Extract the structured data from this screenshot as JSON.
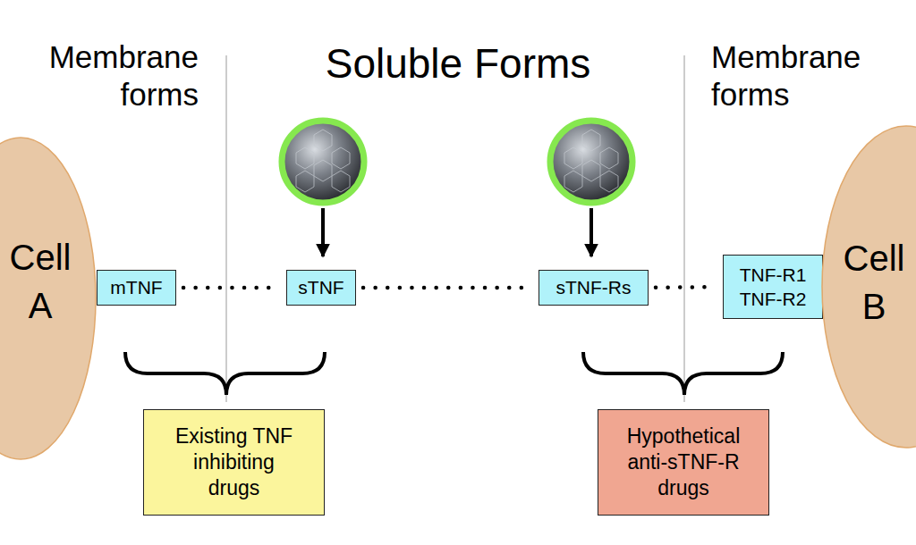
{
  "diagram": {
    "nodes": [
      {
        "text": [
          "Cell A"
        ]
      },
      {
        "text": [
          "mTNF"
        ]
      },
      {
        "text": [
          "sTNF"
        ]
      },
      {
        "text": [
          "sTNF-Rs"
        ]
      },
      {
        "text": [
          "TNF-R1 TNF-R2"
        ]
      },
      {
        "text": [
          "Cell B"
        ]
      },
      {
        "text": [
          "Existing TNF inhibiting drugs"
        ]
      },
      {
        "text": [
          "Hypothetical anti-sTNF-R drugs"
        ]
      }
    ],
    "edges": [
      {
        "from": 1,
        "to": 2,
        "arrow": "none"
      },
      {
        "from": 2,
        "to": 3,
        "arrow": "none"
      },
      {
        "from": 3,
        "to": 4,
        "arrow": "none"
      }
    ],
    "labels": [
      "Membrane forms",
      "Soluble Forms",
      "Membrane forms"
    ]
  }
}
